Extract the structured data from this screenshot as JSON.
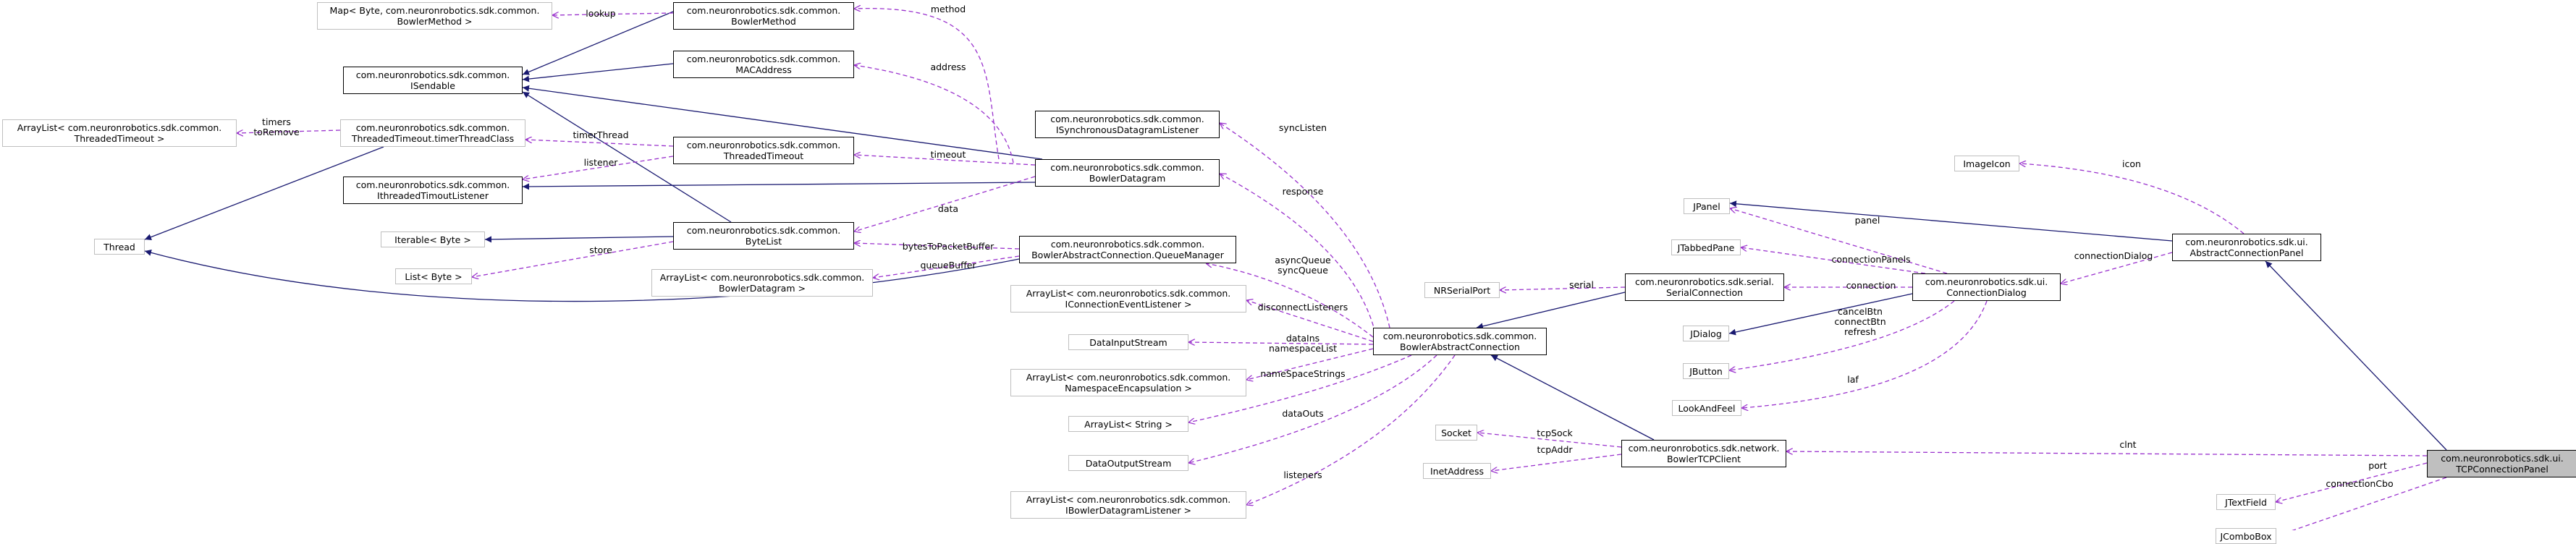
{
  "colors": {
    "inheritance": "#191970",
    "usage": "#9a32cd",
    "node_border": "#000000",
    "external_border": "#bfbfbf",
    "focus_fill": "#bfbfbf"
  },
  "nodes": [
    {
      "id": "n_map",
      "kind": "external",
      "lines": [
        "Map< Byte, com.neuronrobotics.sdk.common.",
        "BowlerMethod >"
      ]
    },
    {
      "id": "n_bowlermethod",
      "kind": "class",
      "lines": [
        "com.neuronrobotics.sdk.common.",
        "BowlerMethod"
      ]
    },
    {
      "id": "n_isendable",
      "kind": "class",
      "lines": [
        "com.neuronrobotics.sdk.common.",
        "ISendable"
      ]
    },
    {
      "id": "n_macaddress",
      "kind": "class",
      "lines": [
        "com.neuronrobotics.sdk.common.",
        "MACAddress"
      ]
    },
    {
      "id": "n_arraylist_tt",
      "kind": "external",
      "lines": [
        "ArrayList< com.neuronrobotics.sdk.common.",
        "ThreadedTimeout >"
      ]
    },
    {
      "id": "n_ttclass",
      "kind": "external",
      "lines": [
        "com.neuronrobotics.sdk.common.",
        "ThreadedTimeout.timerThreadClass"
      ]
    },
    {
      "id": "n_threadedtimeout",
      "kind": "class",
      "lines": [
        "com.neuronrobotics.sdk.common.",
        "ThreadedTimeout"
      ]
    },
    {
      "id": "n_ithreaded",
      "kind": "class",
      "lines": [
        "com.neuronrobotics.sdk.common.",
        "IthreadedTimoutListener"
      ]
    },
    {
      "id": "n_isync",
      "kind": "class",
      "lines": [
        "com.neuronrobotics.sdk.common.",
        "ISynchronousDatagramListener"
      ]
    },
    {
      "id": "n_datagram",
      "kind": "class",
      "lines": [
        "com.neuronrobotics.sdk.common.",
        "BowlerDatagram"
      ]
    },
    {
      "id": "n_thread",
      "kind": "external",
      "lines": [
        "Thread"
      ]
    },
    {
      "id": "n_iterable",
      "kind": "external",
      "lines": [
        "Iterable< Byte >"
      ]
    },
    {
      "id": "n_bytelist",
      "kind": "class",
      "lines": [
        "com.neuronrobotics.sdk.common.",
        "ByteList"
      ]
    },
    {
      "id": "n_listbyte",
      "kind": "external",
      "lines": [
        "List< Byte >"
      ]
    },
    {
      "id": "n_queuemanager",
      "kind": "class",
      "lines": [
        "com.neuronrobotics.sdk.common.",
        "BowlerAbstractConnection.QueueManager"
      ]
    },
    {
      "id": "n_arraylist_dg",
      "kind": "external",
      "lines": [
        "ArrayList< com.neuronrobotics.sdk.common.",
        "BowlerDatagram >"
      ]
    },
    {
      "id": "n_arraylist_ice",
      "kind": "external",
      "lines": [
        "ArrayList< com.neuronrobotics.sdk.common.",
        "IConnectionEventListener >"
      ]
    },
    {
      "id": "n_datainput",
      "kind": "external",
      "lines": [
        "DataInputStream"
      ]
    },
    {
      "id": "n_arraylist_ns",
      "kind": "external",
      "lines": [
        "ArrayList< com.neuronrobotics.sdk.common.",
        "NamespaceEncapsulation >"
      ]
    },
    {
      "id": "n_arraylist_str",
      "kind": "external",
      "lines": [
        "ArrayList< String >"
      ]
    },
    {
      "id": "n_dataoutput",
      "kind": "external",
      "lines": [
        "DataOutputStream"
      ]
    },
    {
      "id": "n_arraylist_ibdl",
      "kind": "external",
      "lines": [
        "ArrayList< com.neuronrobotics.sdk.common.",
        "IBowlerDatagramListener >"
      ]
    },
    {
      "id": "n_bac",
      "kind": "class",
      "lines": [
        "com.neuronrobotics.sdk.common.",
        "BowlerAbstractConnection"
      ]
    },
    {
      "id": "n_nrserial",
      "kind": "external",
      "lines": [
        "NRSerialPort"
      ]
    },
    {
      "id": "n_serialconn",
      "kind": "class",
      "lines": [
        "com.neuronrobotics.sdk.serial.",
        "SerialConnection"
      ]
    },
    {
      "id": "n_socket",
      "kind": "external",
      "lines": [
        "Socket"
      ]
    },
    {
      "id": "n_inetaddress",
      "kind": "external",
      "lines": [
        "InetAddress"
      ]
    },
    {
      "id": "n_tcpclient",
      "kind": "class",
      "lines": [
        "com.neuronrobotics.sdk.network.",
        "BowlerTCPClient"
      ]
    },
    {
      "id": "n_imageicon",
      "kind": "external",
      "lines": [
        "ImageIcon"
      ]
    },
    {
      "id": "n_jpanel",
      "kind": "external",
      "lines": [
        "JPanel"
      ]
    },
    {
      "id": "n_jtabbedpane",
      "kind": "external",
      "lines": [
        "JTabbedPane"
      ]
    },
    {
      "id": "n_jdialog",
      "kind": "external",
      "lines": [
        "JDialog"
      ]
    },
    {
      "id": "n_jbutton",
      "kind": "external",
      "lines": [
        "JButton"
      ]
    },
    {
      "id": "n_lookandfeel",
      "kind": "external",
      "lines": [
        "LookAndFeel"
      ]
    },
    {
      "id": "n_conndialog",
      "kind": "class",
      "lines": [
        "com.neuronrobotics.sdk.ui.",
        "ConnectionDialog"
      ]
    },
    {
      "id": "n_abstractpanel",
      "kind": "class",
      "lines": [
        "com.neuronrobotics.sdk.ui.",
        "AbstractConnectionPanel"
      ]
    },
    {
      "id": "n_jtextfield",
      "kind": "external",
      "lines": [
        "JTextField"
      ]
    },
    {
      "id": "n_jcombobox",
      "kind": "external",
      "lines": [
        "JComboBox"
      ]
    },
    {
      "id": "n_tcppanel",
      "kind": "focus",
      "lines": [
        "com.neuronrobotics.sdk.ui.",
        "TCPConnectionPanel"
      ]
    }
  ],
  "edges": [
    {
      "id": "e_bm_is",
      "type": "inheritance",
      "from": "n_bowlermethod",
      "to": "n_isendable"
    },
    {
      "id": "e_mac_is",
      "type": "inheritance",
      "from": "n_macaddress",
      "to": "n_isendable"
    },
    {
      "id": "e_dg_is",
      "type": "inheritance",
      "from": "n_datagram",
      "to": "n_isendable"
    },
    {
      "id": "e_bl_is",
      "type": "inheritance",
      "from": "n_bytelist",
      "to": "n_isendable"
    },
    {
      "id": "e_dg_ith",
      "type": "inheritance",
      "from": "n_datagram",
      "to": "n_ithreaded"
    },
    {
      "id": "e_bl_it",
      "type": "inheritance",
      "from": "n_bytelist",
      "to": "n_iterable"
    },
    {
      "id": "e_ttc_th",
      "type": "inheritance",
      "from": "n_ttclass",
      "to": "n_thread"
    },
    {
      "id": "e_qm_th",
      "type": "inheritance",
      "from": "n_queuemanager",
      "to": "n_thread"
    },
    {
      "id": "e_sc_bac",
      "type": "inheritance",
      "from": "n_serialconn",
      "to": "n_bac"
    },
    {
      "id": "e_tcp_bac",
      "type": "inheritance",
      "from": "n_tcpclient",
      "to": "n_bac"
    },
    {
      "id": "e_cd_jd",
      "type": "inheritance",
      "from": "n_conndialog",
      "to": "n_jdialog"
    },
    {
      "id": "e_acp_jp",
      "type": "inheritance",
      "from": "n_abstractpanel",
      "to": "n_jpanel"
    },
    {
      "id": "e_tcpp_acp",
      "type": "inheritance",
      "from": "n_tcppanel",
      "to": "n_abstractpanel"
    },
    {
      "id": "e_lookup",
      "type": "usage",
      "from": "n_bowlermethod",
      "to": "n_map",
      "label": [
        "lookup"
      ]
    },
    {
      "id": "e_method",
      "type": "usage",
      "from": "n_datagram",
      "to": "n_bowlermethod",
      "label": [
        "method"
      ]
    },
    {
      "id": "e_address",
      "type": "usage",
      "from": "n_datagram",
      "to": "n_macaddress",
      "label": [
        "address"
      ]
    },
    {
      "id": "e_timers",
      "type": "usage",
      "from": "n_ttclass",
      "to": "n_arraylist_tt",
      "label": [
        "timers",
        "toRemove"
      ]
    },
    {
      "id": "e_timerthread",
      "type": "usage",
      "from": "n_threadedtimeout",
      "to": "n_ttclass",
      "label": [
        "timerThread"
      ]
    },
    {
      "id": "e_listener",
      "type": "usage",
      "from": "n_threadedtimeout",
      "to": "n_ithreaded",
      "label": [
        "listener"
      ]
    },
    {
      "id": "e_timeout",
      "type": "usage",
      "from": "n_datagram",
      "to": "n_threadedtimeout",
      "label": [
        "timeout"
      ]
    },
    {
      "id": "e_data",
      "type": "usage",
      "from": "n_datagram",
      "to": "n_bytelist",
      "label": [
        "data"
      ]
    },
    {
      "id": "e_store",
      "type": "usage",
      "from": "n_bytelist",
      "to": "n_listbyte",
      "label": [
        "store"
      ]
    },
    {
      "id": "e_bytes",
      "type": "usage",
      "from": "n_queuemanager",
      "to": "n_bytelist",
      "label": [
        "bytesToPacketBuffer"
      ]
    },
    {
      "id": "e_queuebuffer",
      "type": "usage",
      "from": "n_queuemanager",
      "to": "n_arraylist_dg",
      "label": [
        "queueBuffer"
      ]
    },
    {
      "id": "e_synclisten",
      "type": "usage",
      "from": "n_bac",
      "to": "n_isync",
      "label": [
        "syncListen"
      ]
    },
    {
      "id": "e_response",
      "type": "usage",
      "from": "n_bac",
      "to": "n_datagram",
      "label": [
        "response"
      ]
    },
    {
      "id": "e_asyncq",
      "type": "usage",
      "from": "n_bac",
      "to": "n_queuemanager",
      "label": [
        "asyncQueue",
        "syncQueue"
      ]
    },
    {
      "id": "e_disc",
      "type": "usage",
      "from": "n_bac",
      "to": "n_arraylist_ice",
      "label": [
        "disconnectListeners"
      ]
    },
    {
      "id": "e_dataIns",
      "type": "usage",
      "from": "n_bac",
      "to": "n_datainput",
      "label": [
        "dataIns"
      ]
    },
    {
      "id": "e_nslist",
      "type": "usage",
      "from": "n_bac",
      "to": "n_arraylist_ns",
      "label": [
        "namespaceList"
      ]
    },
    {
      "id": "e_nsstrings",
      "type": "usage",
      "from": "n_bac",
      "to": "n_arraylist_str",
      "label": [
        "nameSpaceStrings"
      ]
    },
    {
      "id": "e_dataOuts",
      "type": "usage",
      "from": "n_bac",
      "to": "n_dataoutput",
      "label": [
        "dataOuts"
      ]
    },
    {
      "id": "e_listeners",
      "type": "usage",
      "from": "n_bac",
      "to": "n_arraylist_ibdl",
      "label": [
        "listeners"
      ]
    },
    {
      "id": "e_serial",
      "type": "usage",
      "from": "n_serialconn",
      "to": "n_nrserial",
      "label": [
        "serial"
      ]
    },
    {
      "id": "e_tcpsock",
      "type": "usage",
      "from": "n_tcpclient",
      "to": "n_socket",
      "label": [
        "tcpSock"
      ]
    },
    {
      "id": "e_tcpaddr",
      "type": "usage",
      "from": "n_tcpclient",
      "to": "n_inetaddress",
      "label": [
        "tcpAddr"
      ]
    },
    {
      "id": "e_connection",
      "type": "usage",
      "from": "n_conndialog",
      "to": "n_serialconn",
      "label": [
        "connection"
      ]
    },
    {
      "id": "e_panel",
      "type": "usage",
      "from": "n_conndialog",
      "to": "n_jpanel",
      "label": [
        "panel"
      ]
    },
    {
      "id": "e_connpanels",
      "type": "usage",
      "from": "n_conndialog",
      "to": "n_jtabbedpane",
      "label": [
        "connectionPanels"
      ]
    },
    {
      "id": "e_buttons",
      "type": "usage",
      "from": "n_conndialog",
      "to": "n_jbutton",
      "label": [
        "cancelBtn",
        "connectBtn",
        "refresh"
      ]
    },
    {
      "id": "e_laf",
      "type": "usage",
      "from": "n_conndialog",
      "to": "n_lookandfeel",
      "label": [
        "laf"
      ]
    },
    {
      "id": "e_icon",
      "type": "usage",
      "from": "n_abstractpanel",
      "to": "n_imageicon",
      "label": [
        "icon"
      ]
    },
    {
      "id": "e_conndialog",
      "type": "usage",
      "from": "n_abstractpanel",
      "to": "n_conndialog",
      "label": [
        "connectionDialog"
      ]
    },
    {
      "id": "e_clnt",
      "type": "usage",
      "from": "n_tcppanel",
      "to": "n_tcpclient",
      "label": [
        "clnt"
      ]
    },
    {
      "id": "e_port",
      "type": "usage",
      "from": "n_tcppanel",
      "to": "n_jtextfield",
      "label": [
        "port"
      ]
    },
    {
      "id": "e_conncbo",
      "type": "usage",
      "from": "n_tcppanel",
      "to": "n_jcombobox",
      "label": [
        "connectionCbo"
      ]
    }
  ]
}
